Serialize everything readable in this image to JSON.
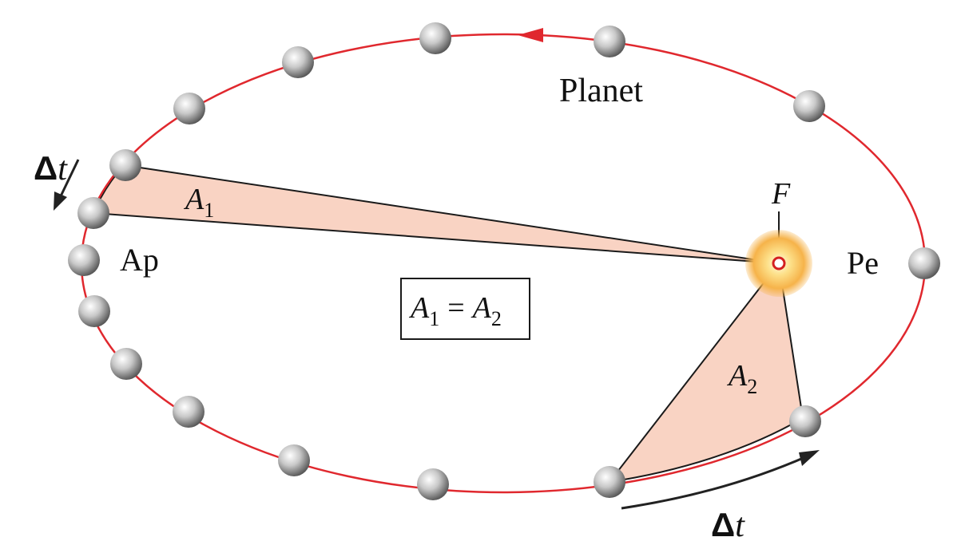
{
  "labels": {
    "planet": "Planet",
    "focus": "F",
    "aphelion": "Ap",
    "perihelion": "Pe",
    "area1_base": "A",
    "area1_sub": "1",
    "area2_base": "A",
    "area2_sub": "2",
    "equation": {
      "left_base": "A",
      "left_sub": "1",
      "equals": "=",
      "right_base": "A",
      "right_sub": "2"
    },
    "delta_t_top": {
      "delta": "Δ",
      "t": "t"
    },
    "delta_t_bottom": {
      "delta": "Δ",
      "t": "t"
    }
  },
  "colors": {
    "orbit": "#e0282e",
    "sector_fill": "#f9d3c3",
    "sector_stroke": "#1a1a1a",
    "sun_glow": "#f5a623",
    "sun_center": "#ffffff",
    "focus_ring": "#d42020",
    "planet_light": "#ffffff",
    "planet_dark": "#5a5a5a",
    "arrow": "#222222",
    "text": "#111111"
  },
  "icons": {
    "planet": "planet-sphere-icon",
    "sun": "sun-glow-icon",
    "direction_arrow": "orbit-direction-arrow-icon",
    "delta_arrow": "delta-t-arrow-icon"
  }
}
